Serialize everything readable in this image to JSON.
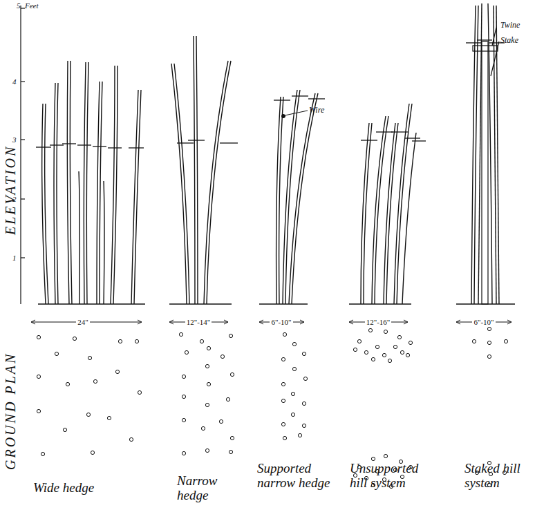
{
  "diagram": {
    "labels": [
      "Feet",
      "5",
      "4",
      "3",
      "2",
      "1",
      "ELEVATION",
      "GROUND PLAN",
      "24\"",
      "12\"-14\"",
      "6\"-10\"",
      "12\"-16\"",
      "6\"-10\"",
      "Wire",
      "Twine",
      "Stake",
      "Wide hedge",
      "Narrow hedge",
      "Supported narrow hedge",
      "Unsupported hill system",
      "Staked hill system"
    ]
  }
}
